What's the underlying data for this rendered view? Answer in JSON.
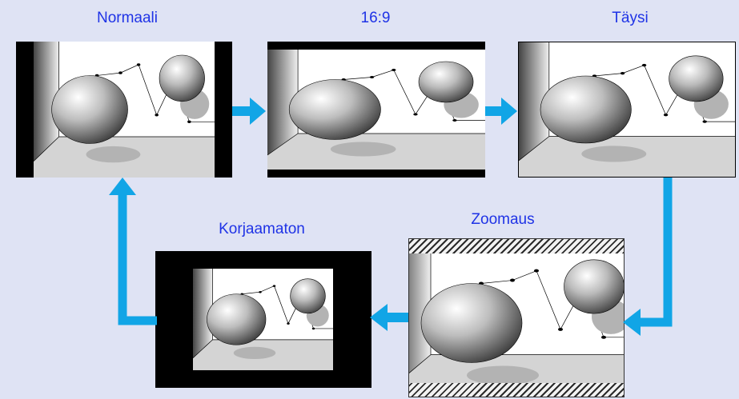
{
  "modes": {
    "normal": "Normaali",
    "wide": "16:9",
    "full": "Täysi",
    "zoom": "Zoomaus",
    "through": "Korjaamaton"
  },
  "colors": {
    "background": "#dfe3f4",
    "label": "#1f33e6",
    "arrow": "#11a5e6"
  },
  "icons": {
    "arrow": "arrow-icon",
    "scene": "projection-scene-icon"
  }
}
